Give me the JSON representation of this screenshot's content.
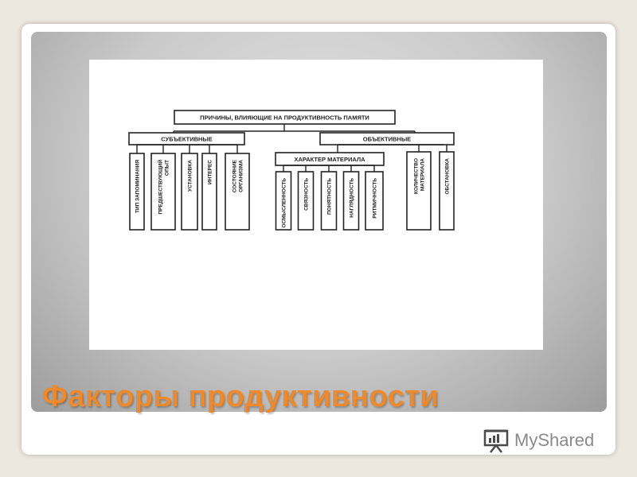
{
  "slide": {
    "title": "Факторы продуктивности"
  },
  "diagram": {
    "root": "ПРИЧИНЫ, ВЛИЯЮЩИЕ НА ПРОДУКТИВНОСТЬ ПАМЯТИ",
    "subjective": {
      "label": "СУБЪЕКТИВНЫЕ",
      "items": [
        [
          "ТИП ЗАПОМИНАНИЯ"
        ],
        [
          "ПРЕДШЕСТВУЮЩИЙ",
          "ОПЫТ"
        ],
        [
          "УСТАНОВКА"
        ],
        [
          "ИНТЕРЕС"
        ],
        [
          "СОСТОЯНИЕ",
          "ОРГАНИЗМА"
        ]
      ]
    },
    "objective": {
      "label": "ОБЪЕКТИВНЫЕ",
      "material": {
        "label": "ХАРАКТЕР МАТЕРИАЛА",
        "items": [
          [
            "ОСМЫСЛЕННОСТЬ"
          ],
          [
            "СВЯЗНОСТЬ"
          ],
          [
            "ПОНЯТНОСТЬ"
          ],
          [
            "НАГЛЯДНОСТЬ"
          ],
          [
            "РИТМИЧНОСТЬ"
          ]
        ]
      },
      "items": [
        [
          "КОЛИЧЕСТВО",
          "МАТЕРИАЛА"
        ],
        [
          "ОБСТАНОВКА"
        ]
      ]
    }
  },
  "logo": {
    "text": "MyShared",
    "icon": "presentation-board-icon"
  }
}
